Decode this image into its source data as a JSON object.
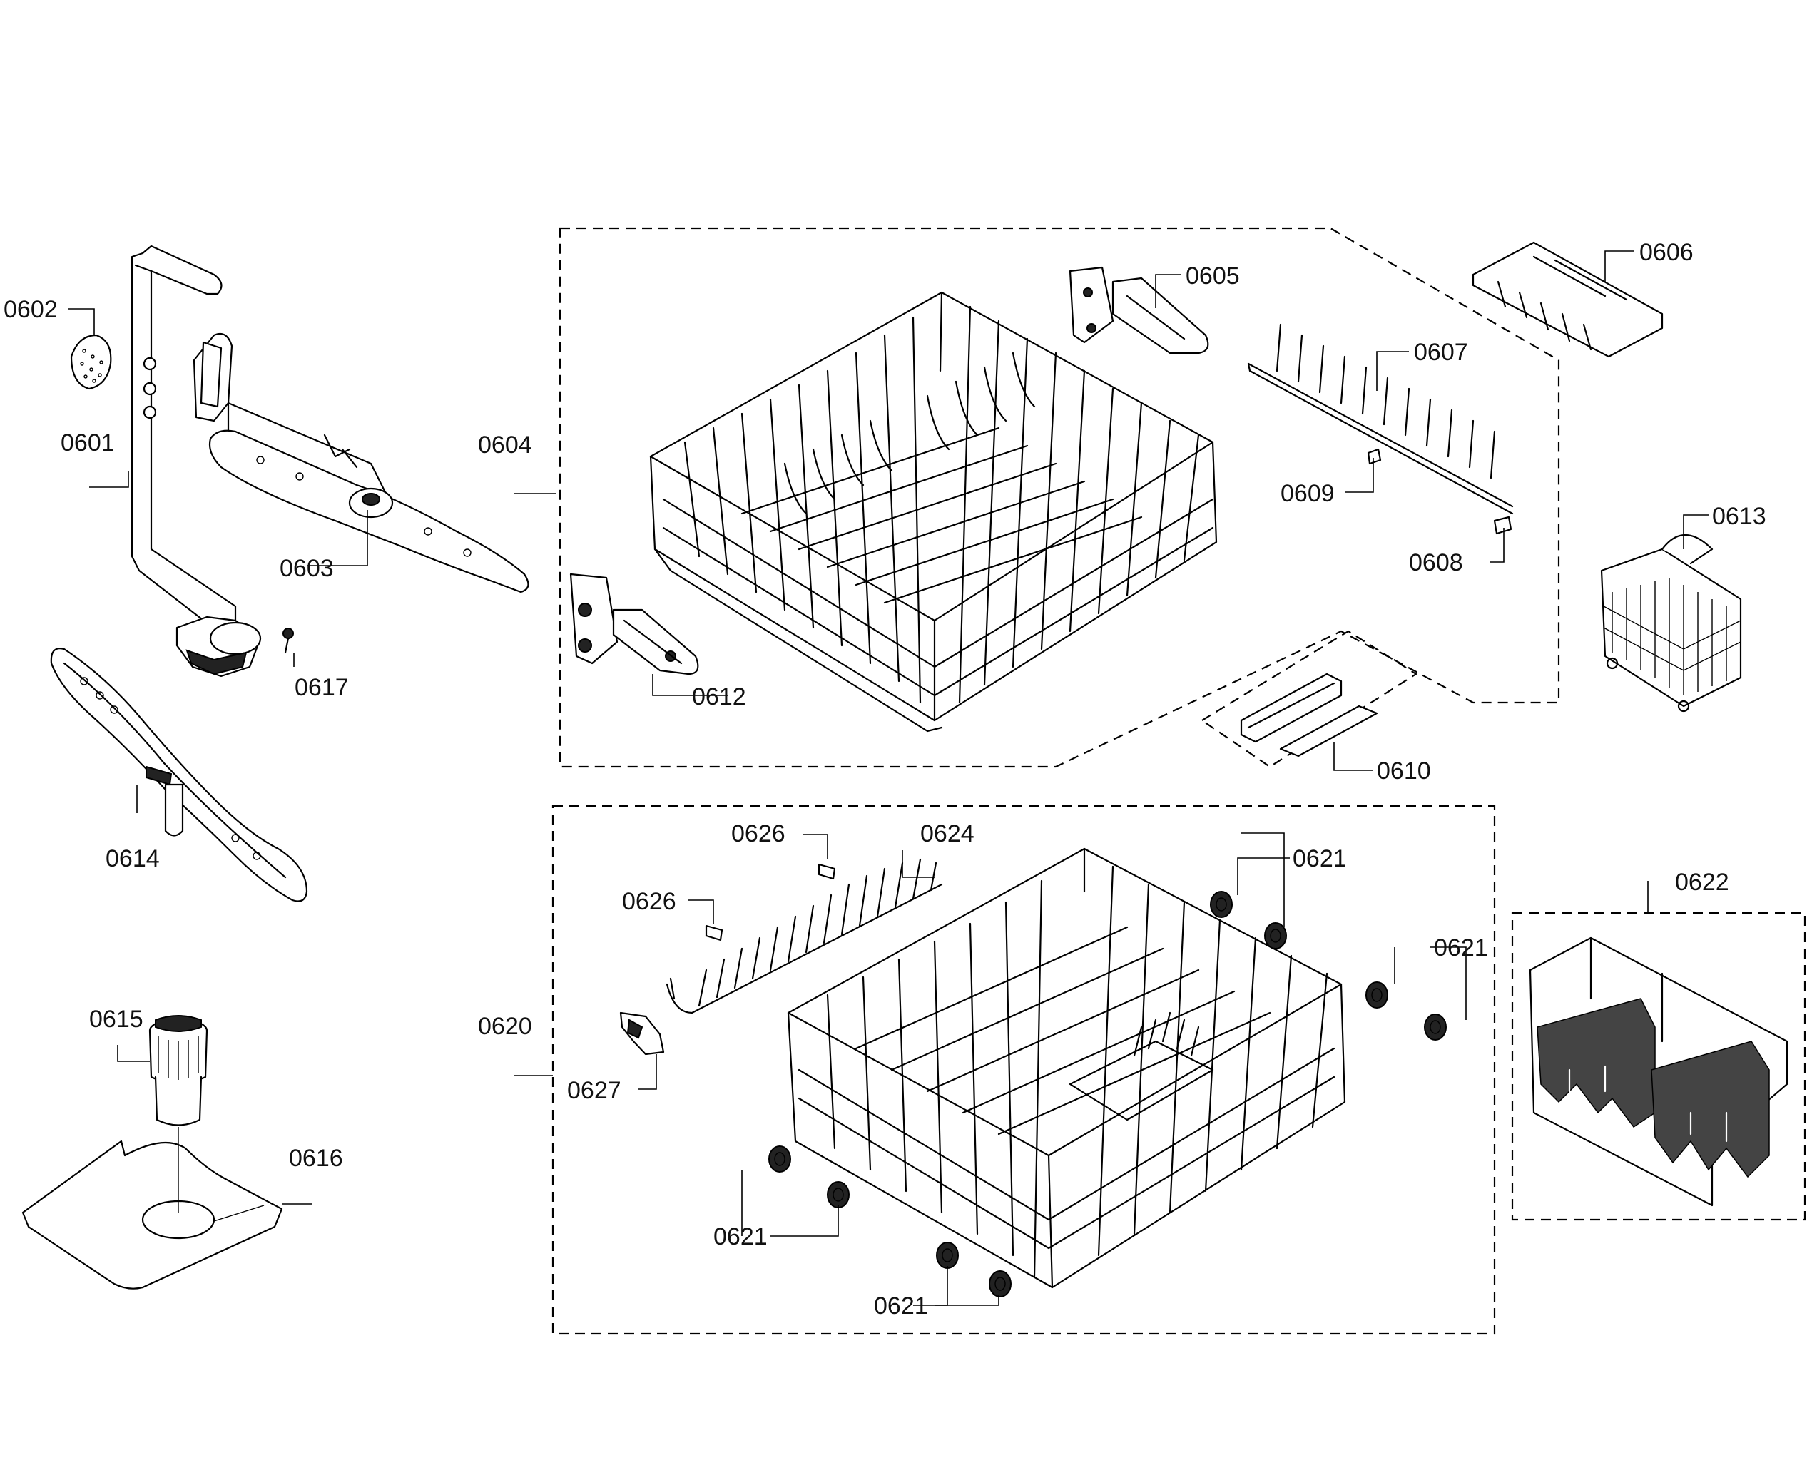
{
  "diagram": {
    "labels": {
      "p0601": "0601",
      "p0602": "0602",
      "p0603": "0603",
      "p0604": "0604",
      "p0605": "0605",
      "p0606": "0606",
      "p0607": "0607",
      "p0608": "0608",
      "p0609": "0609",
      "p0610": "0610",
      "p0612": "0612",
      "p0613": "0613",
      "p0614": "0614",
      "p0615": "0615",
      "p0616": "0616",
      "p0617": "0617",
      "p0620": "0620",
      "p0621a": "0621",
      "p0621b": "0621",
      "p0621c": "0621",
      "p0621d": "0621",
      "p0622": "0622",
      "p0624": "0624",
      "p0626a": "0626",
      "p0626b": "0626",
      "p0627": "0627"
    }
  }
}
